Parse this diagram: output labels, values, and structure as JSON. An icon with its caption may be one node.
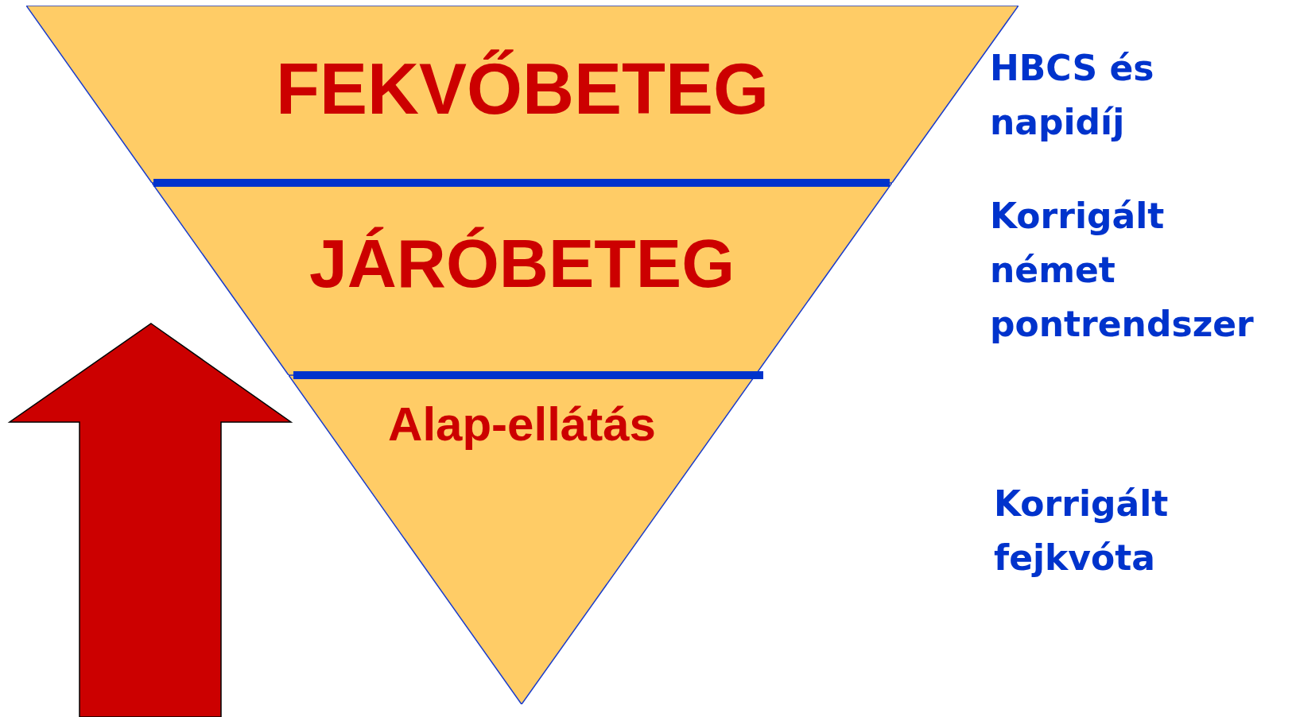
{
  "diagram": {
    "nodes": [
      {
        "text": [
          "FEKVŐBETEG"
        ]
      },
      {
        "text": [
          "JÁRÓBETEG"
        ]
      },
      {
        "text": [
          "Alap-ellátás"
        ]
      }
    ],
    "edges": [],
    "labels": [
      "HBCS és napidíj",
      "Korrigált német pontrendszer",
      "Korrigált fejkvóta"
    ]
  }
}
